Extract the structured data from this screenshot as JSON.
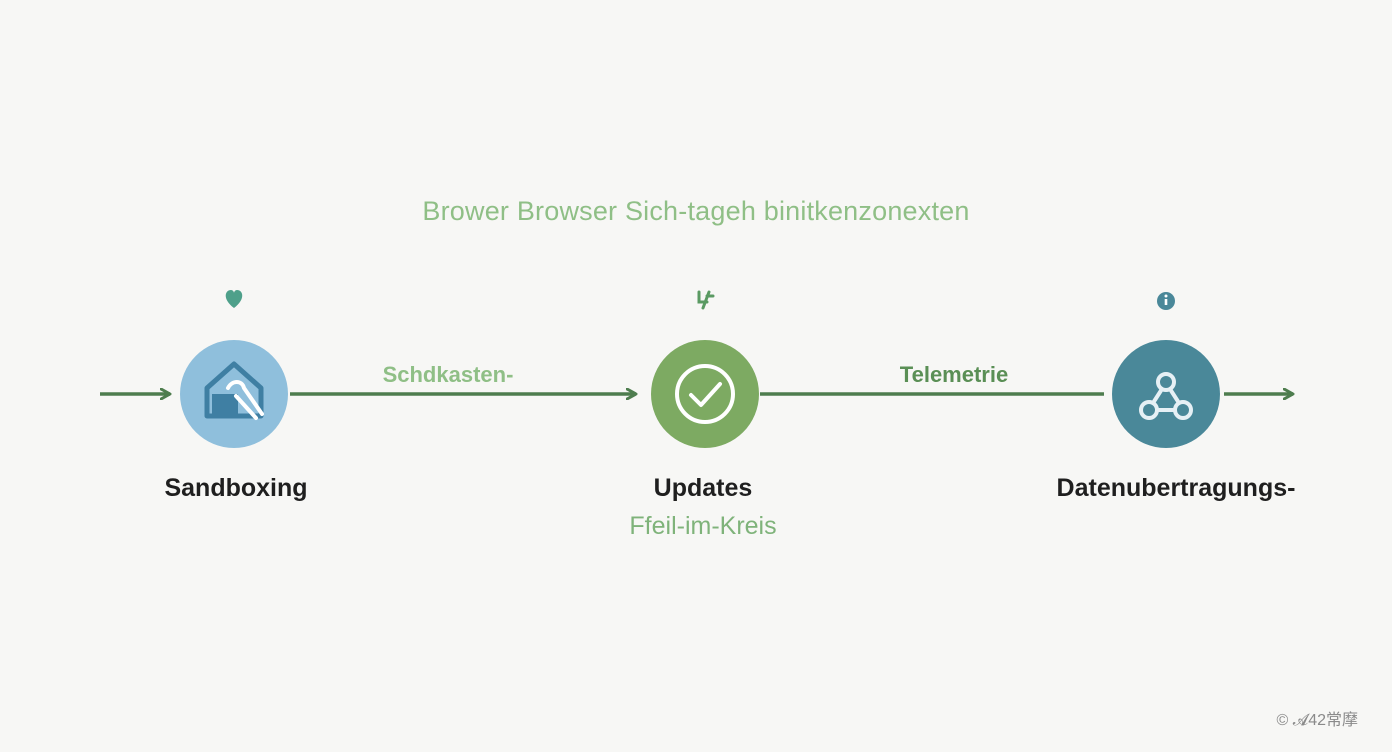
{
  "title": "Brower Browser Sich-tageh binitkenzonexten",
  "nodes": [
    {
      "label": "Sandboxing",
      "sublabel": "",
      "icon": "house-tool-icon",
      "top_icon": "heart-icon",
      "color": "#8fbfdc"
    },
    {
      "label": "Updates",
      "sublabel": "Ffeil-im-Kreis",
      "icon": "checkmark-circle-icon",
      "top_icon": "refresh-glyph-icon",
      "color": "#7daa62"
    },
    {
      "label": "Datenubertragungs-",
      "sublabel": "",
      "icon": "network-hub-icon",
      "top_icon": "info-icon",
      "color": "#4a8899"
    }
  ],
  "edges": [
    {
      "label": "Schdkasten-"
    },
    {
      "label": "Telemetrie"
    }
  ],
  "colors": {
    "arrow": "#4e7d4e",
    "title": "#8fbf86"
  },
  "copyright": "© 𝓐42常摩"
}
